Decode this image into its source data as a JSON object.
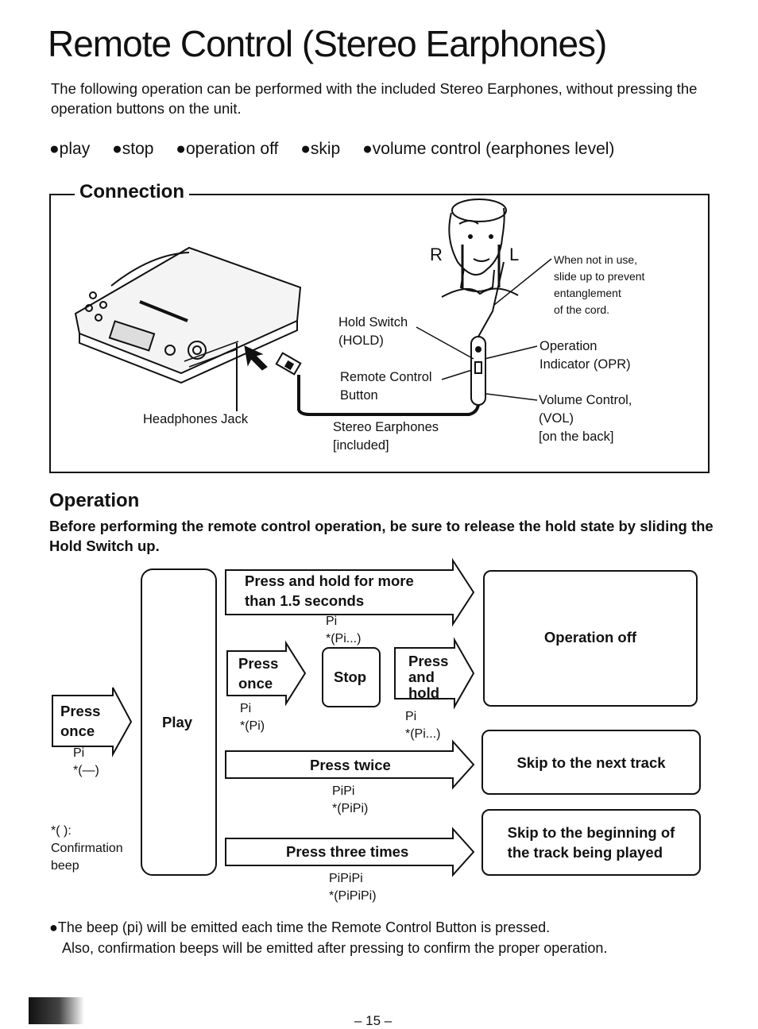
{
  "page": {
    "title": "Remote Control (Stereo Earphones)",
    "intro": "The following operation can be performed with the included Stereo Earphones, without pressing the operation buttons on the unit.",
    "features": [
      "●play",
      "●stop",
      "●operation off",
      "●skip",
      "●volume control (earphones level)"
    ],
    "page_number": "– 15 –"
  },
  "connection": {
    "title": "Connection",
    "r_mark": "R",
    "l_mark": "L",
    "headphones_jack": "Headphones Jack",
    "hold_switch": [
      "Hold Switch",
      "(HOLD)"
    ],
    "remote_button": [
      "Remote Control",
      "Button"
    ],
    "stereo_earphones": [
      "Stereo Earphones",
      "[included]"
    ],
    "when_not_in_use": [
      "When not in use,",
      "slide up to prevent",
      "entanglement",
      "of the cord."
    ],
    "operation_indicator": [
      "Operation",
      "Indicator (OPR)"
    ],
    "volume_control": [
      "Volume Control,",
      "(VOL)",
      "[on the back]"
    ]
  },
  "operation": {
    "title": "Operation",
    "note": "Before performing the remote control operation, be sure to release the hold state by sliding the Hold Switch up.",
    "start": {
      "line1": "Press",
      "line2": "once",
      "beep1": "Pi",
      "beep2": "*(—)"
    },
    "play_label": "Play",
    "legend": {
      "symbol": "*(   ):",
      "line1": "Confirmation",
      "line2": "beep"
    },
    "hold_long": {
      "line1": "Press and hold for more",
      "line2": "than 1.5 seconds",
      "beep1": "Pi",
      "beep2": "*(Pi...)"
    },
    "press_once": {
      "line1": "Press",
      "line2": "once",
      "beep1": "Pi",
      "beep2": "*(Pi)"
    },
    "stop_label": "Stop",
    "press_hold": {
      "line1": "Press",
      "line2": "and",
      "line3": "hold",
      "beep1": "Pi",
      "beep2": "*(Pi...)"
    },
    "press_twice": {
      "label": "Press twice",
      "beep1": "PiPi",
      "beep2": "*(PiPi)"
    },
    "press_three": {
      "label": "Press three times",
      "beep1": "PiPiPi",
      "beep2": "*(PiPiPi)"
    },
    "result_off": "Operation off",
    "result_next": "Skip to the next track",
    "result_begin": [
      "Skip to the beginning of",
      "the track being played"
    ]
  },
  "footnote": {
    "line1": "●The beep (pi) will be emitted each time the Remote Control Button is pressed.",
    "line2": "Also, confirmation beeps will be emitted after pressing to confirm the proper operation."
  }
}
